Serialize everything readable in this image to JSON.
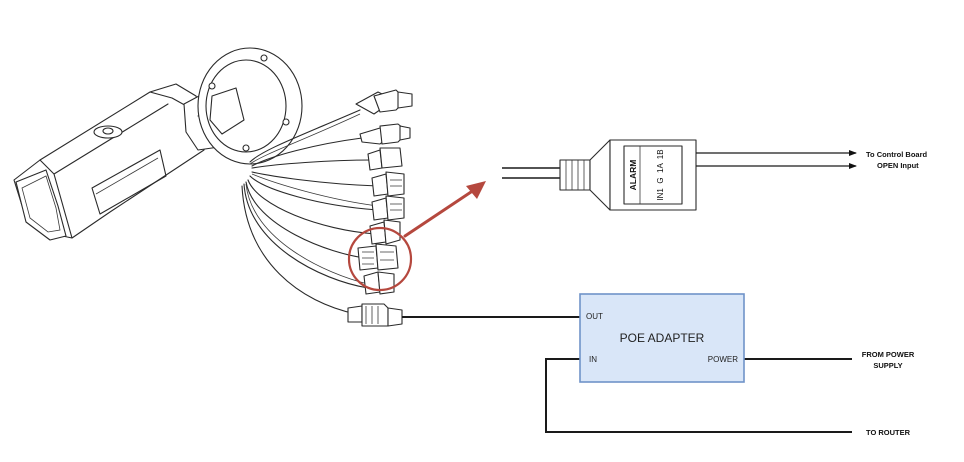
{
  "diagram": {
    "alarm_connector": {
      "title": "ALARM",
      "pins": "IN1  G  1A  1B"
    },
    "outputs": {
      "control_line1": "To Control Board",
      "control_line2": "OPEN Input"
    },
    "poe_adapter": {
      "title": "POE ADAPTER",
      "port_out": "OUT",
      "port_in": "IN",
      "port_power": "POWER"
    },
    "power_label": {
      "line1": "FROM POWER",
      "line2": "SUPPLY"
    },
    "router_label": "TO ROUTER",
    "colors": {
      "highlight": "#b5483e",
      "adapter_fill": "#d9e6f8",
      "adapter_border": "#6f93c8"
    }
  }
}
